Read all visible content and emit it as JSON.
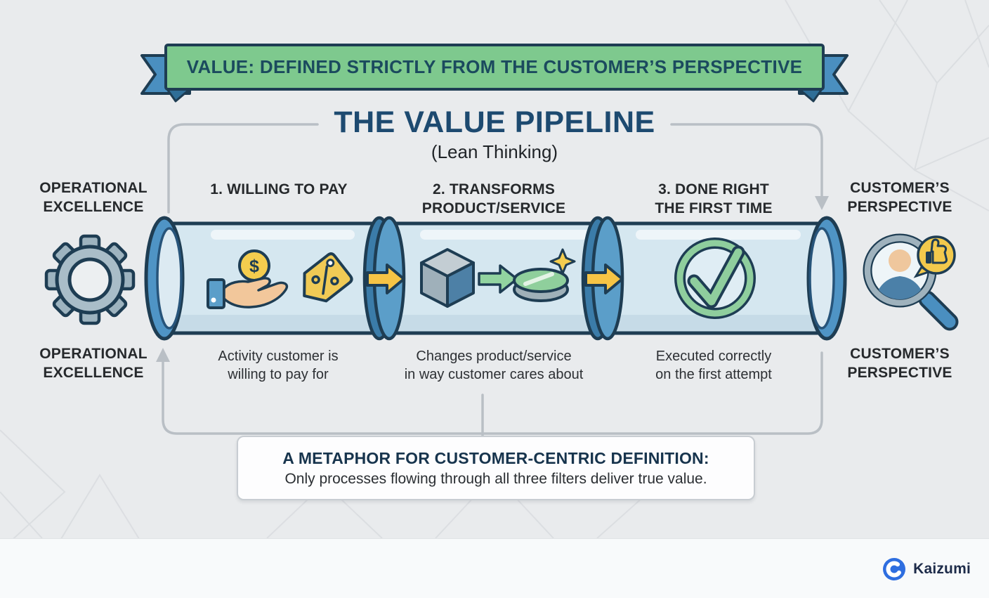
{
  "banner": {
    "text": "VALUE: DEFINED STRICTLY FROM THE CUSTOMER’S PERSPECTIVE"
  },
  "title": {
    "main": "THE VALUE PIPELINE",
    "subtitle": "(Lean Thinking)"
  },
  "side_labels": {
    "operational_top": "OPERATIONAL\nEXCELLENCE",
    "operational_bottom": "OPERATIONAL\nEXCELLENCE",
    "customer_top": "CUSTOMER’S\nPERSPECTIVE",
    "customer_bottom": "CUSTOMER’S\nPERSPECTIVE"
  },
  "stages": [
    {
      "label": "1. WILLING TO PAY",
      "description": "Activity customer is\nwilling to pay for"
    },
    {
      "label": "2. TRANSFORMS\nPRODUCT/SERVICE",
      "description": "Changes product/service\nin way customer cares about"
    },
    {
      "label": "3. DONE RIGHT\nTHE FIRST TIME",
      "description": "Executed correctly\non the first attempt"
    }
  ],
  "metaphor": {
    "heading": "A METAPHOR FOR CUSTOMER-CENTRIC DEFINITION:",
    "body": "Only processes flowing through all three filters deliver true value."
  },
  "footer": {
    "brand": "Kaizumi"
  },
  "icons": {
    "dollar": "$"
  },
  "colors": {
    "banner_green": "#7ec98e",
    "ribbon_blue": "#4a8fc0",
    "outline_navy": "#1e3d53",
    "title_navy": "#1d4a70",
    "pipe_fill": "#d3e6f0",
    "accent_yellow": "#f6c445",
    "accent_green": "#8fce9d",
    "bracket_gray": "#b9bfc5",
    "logo_blue": "#2e6ee0"
  }
}
